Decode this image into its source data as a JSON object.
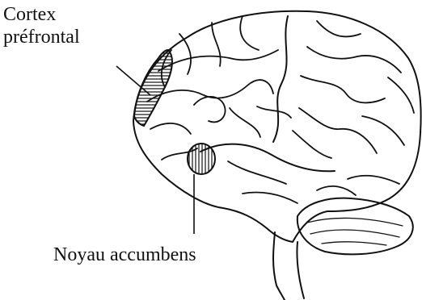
{
  "labels": {
    "prefrontal_cortex": [
      "Cortex",
      "préfrontal"
    ],
    "nucleus_accumbens": "Noyau accumbens"
  },
  "colors": {
    "ink": "#111111",
    "background": "#ffffff"
  }
}
